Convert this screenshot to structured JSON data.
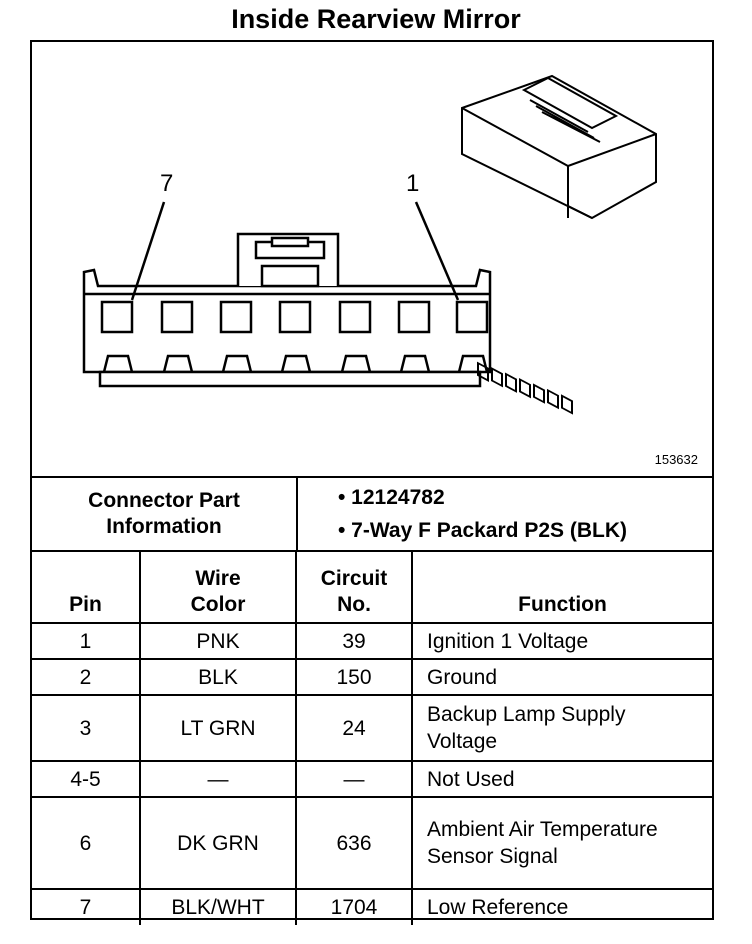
{
  "title": "Inside Rearview Mirror",
  "figure_number": "153632",
  "pin_labels": {
    "left": "7",
    "right": "1"
  },
  "connector_info": {
    "label": "Connector Part Information",
    "part_number": "• 12124782",
    "description": "• 7-Way F Packard P2S (BLK)"
  },
  "table": {
    "headers": {
      "pin": "Pin",
      "wire_color": "Wire Color",
      "circuit_no": "Circuit No.",
      "function": "Function"
    },
    "rows": [
      {
        "pin": "1",
        "wire_color": "PNK",
        "circuit_no": "39",
        "function": "Ignition 1 Voltage"
      },
      {
        "pin": "2",
        "wire_color": "BLK",
        "circuit_no": "150",
        "function": "Ground"
      },
      {
        "pin": "3",
        "wire_color": "LT GRN",
        "circuit_no": "24",
        "function": "Backup Lamp Supply Voltage"
      },
      {
        "pin": "4-5",
        "wire_color": "—",
        "circuit_no": "—",
        "function": "Not Used"
      },
      {
        "pin": "6",
        "wire_color": "DK GRN",
        "circuit_no": "636",
        "function": "Ambient Air Temperature Sensor Signal"
      },
      {
        "pin": "7",
        "wire_color": "BLK/WHT",
        "circuit_no": "1704",
        "function": "Low Reference"
      }
    ]
  }
}
